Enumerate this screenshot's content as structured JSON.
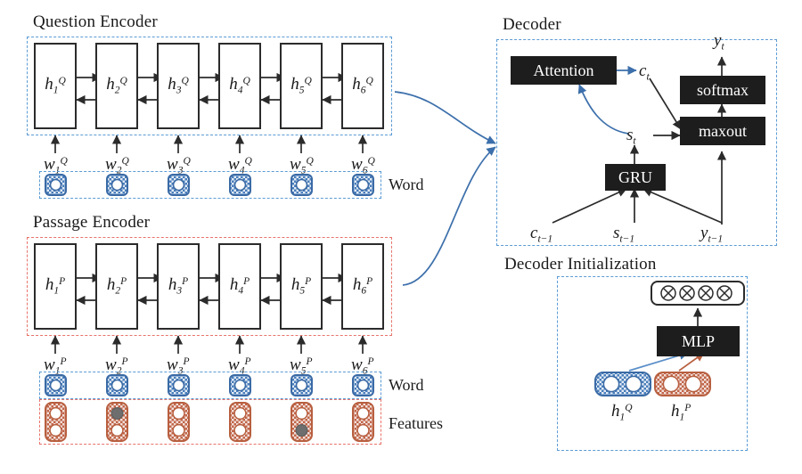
{
  "figure": {
    "kind": "neural-network-architecture-diagram",
    "colors": {
      "question_accent": "#5b9bd5",
      "passage_accent": "#e8736b",
      "word_block": "#4a7ebb",
      "feature_block": "#c0664a",
      "block_fill": "#1d1d1d",
      "arrow": "#2b2b2b",
      "flow_arrow": "#4a7ebb",
      "filled_circle": "#6e6e6e"
    }
  },
  "question_encoder": {
    "title": "Question Encoder",
    "hidden_states": [
      "h",
      "h",
      "h",
      "h",
      "h",
      "h"
    ],
    "hidden_sub": [
      "1",
      "2",
      "3",
      "4",
      "5",
      "6"
    ],
    "hidden_sup": "Q",
    "inputs": [
      "w",
      "w",
      "w",
      "w",
      "w",
      "w"
    ],
    "input_sub": [
      "1",
      "2",
      "3",
      "4",
      "5",
      "6"
    ],
    "input_sup": "Q",
    "word_label": "Word",
    "num_steps": 6,
    "bidirectional": true
  },
  "passage_encoder": {
    "title": "Passage Encoder",
    "hidden_states": [
      "h",
      "h",
      "h",
      "h",
      "h",
      "h"
    ],
    "hidden_sub": [
      "1",
      "2",
      "3",
      "4",
      "5",
      "6"
    ],
    "hidden_sup": "P",
    "inputs": [
      "w",
      "w",
      "w",
      "w",
      "w",
      "w"
    ],
    "input_sub": [
      "1",
      "2",
      "3",
      "4",
      "5",
      "6"
    ],
    "input_sup": "P",
    "word_label": "Word",
    "features_label": "Features",
    "num_steps": 6,
    "bidirectional": true,
    "feature_filled": [
      [
        false,
        false
      ],
      [
        true,
        false
      ],
      [
        false,
        false
      ],
      [
        false,
        false
      ],
      [
        false,
        true
      ],
      [
        false,
        false
      ]
    ]
  },
  "decoder": {
    "title": "Decoder",
    "blocks": [
      "Attention",
      "softmax",
      "maxout",
      "GRU"
    ],
    "signals": {
      "context": "c",
      "context_sub": "t",
      "state": "s",
      "state_sub": "t",
      "output": "y",
      "output_sub": "t",
      "prev_context": "c",
      "prev_context_sub": "t−1",
      "prev_state": "s",
      "prev_state_sub": "t−1",
      "prev_output": "y",
      "prev_output_sub": "t−1"
    }
  },
  "decoder_init": {
    "title": "Decoder Initialization",
    "block": "MLP",
    "vector_cells": [
      "⊗",
      "⊗",
      "⊗",
      "⊗"
    ],
    "inputs": [
      {
        "symbol": "h",
        "sub": "1",
        "sup": "Q",
        "color": "#4a7ebb"
      },
      {
        "symbol": "h",
        "sub": "1",
        "sup": "P",
        "color": "#c0664a"
      }
    ]
  }
}
